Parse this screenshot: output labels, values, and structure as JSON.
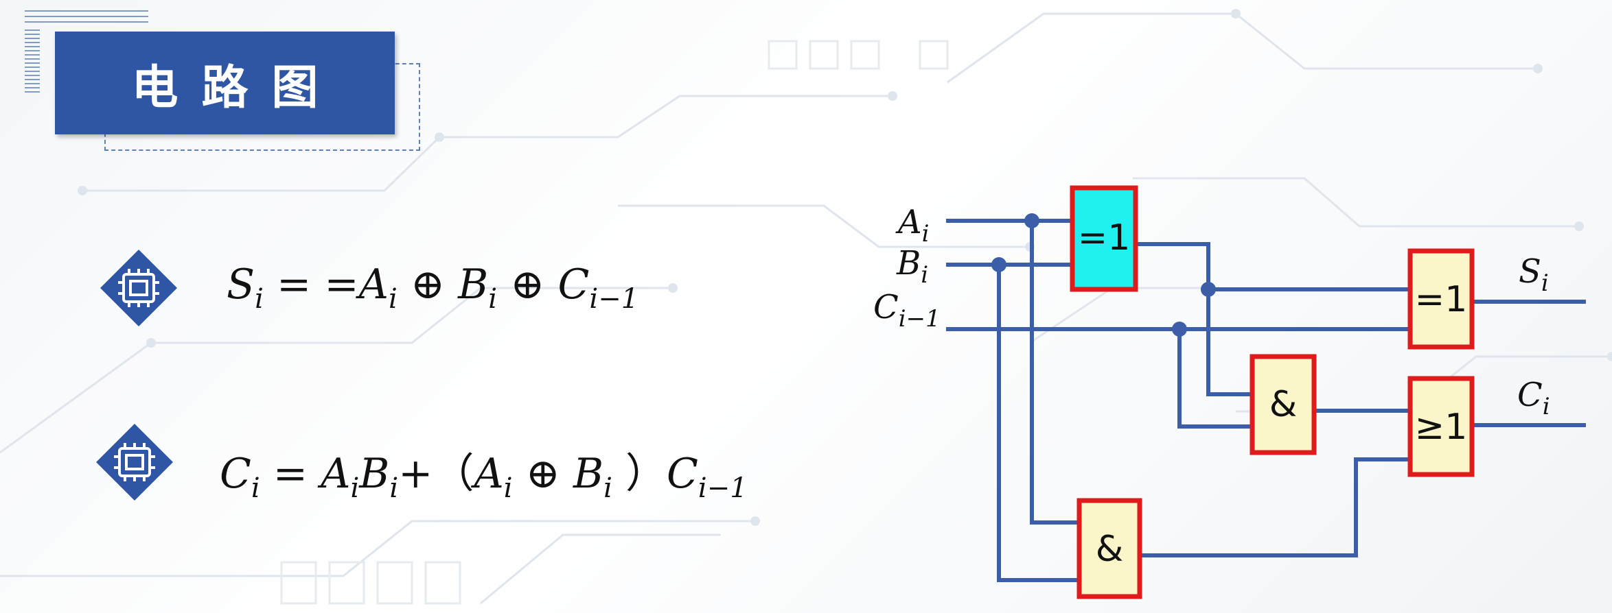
{
  "title": "电路图",
  "formulas": {
    "sum": {
      "lhs_var": "S",
      "lhs_sub": "i",
      "eq": " = =",
      "a": "A",
      "a_sub": "i",
      "xor1": " ⊕ ",
      "b": "B",
      "b_sub": "i",
      "xor2": " ⊕ ",
      "c": "C",
      "c_sub": "i−1"
    },
    "carry": {
      "lhs_var": "C",
      "lhs_sub": "i",
      "eq": " = ",
      "a": "A",
      "a_sub": "i",
      "b": "B",
      "b_sub": "i",
      "plus": "+（",
      "a2": "A",
      "a2_sub": "i",
      "xor": " ⊕ ",
      "b2": "B",
      "b2_sub": "i",
      "close": " ）",
      "c": "C",
      "c_sub": "i−1"
    }
  },
  "circuit": {
    "inputs": [
      {
        "var": "A",
        "sub": "i"
      },
      {
        "var": "B",
        "sub": "i"
      },
      {
        "var": "C",
        "sub": "i−1"
      }
    ],
    "outputs": [
      {
        "var": "S",
        "sub": "i"
      },
      {
        "var": "C",
        "sub": "i"
      }
    ],
    "gates": {
      "xor1": "=1",
      "xor2": "=1",
      "and1": "&",
      "and2": "&",
      "or": "≥1"
    }
  },
  "colors": {
    "wire": "#3c5ea8",
    "gate_border": "#e01b1b",
    "gate_fill": "#fbf6c9",
    "gate_fill_highlight": "#1ff0f0",
    "title_bg": "#2f56a4",
    "bullet": "#2f56a4"
  }
}
